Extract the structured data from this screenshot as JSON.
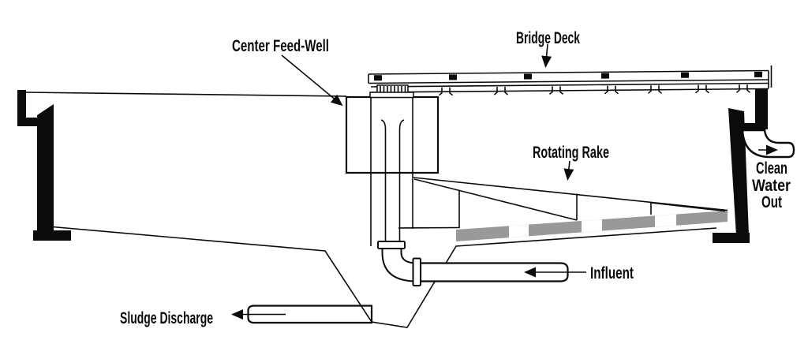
{
  "diagram": {
    "labels": {
      "center_feed_well": "Center Feed-Well",
      "bridge_deck": "Bridge Deck",
      "rotating_rake": "Rotating Rake",
      "influent": "Influent",
      "sludge_discharge": "Sludge Discharge",
      "clean_water_out": [
        "Clean",
        "Water",
        "Out"
      ]
    },
    "colors": {
      "ink": "#0b0b0b",
      "sludge_gray": "#999999",
      "background": "#ffffff"
    }
  }
}
